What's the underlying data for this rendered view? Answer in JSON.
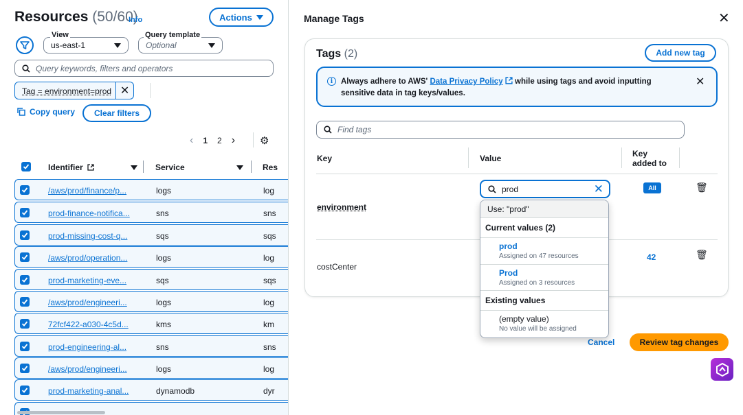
{
  "resources": {
    "title": "Resources",
    "count": "(50/60)",
    "info": "Info",
    "actions_label": "Actions",
    "view_label": "View",
    "view_value": "us-east-1",
    "query_template_label": "Query template",
    "query_template_placeholder": "Optional",
    "search_placeholder": "Query keywords, filters and operators",
    "filter_token": "Tag = environment=prod",
    "copy_query": "Copy query",
    "clear_filters": "Clear filters",
    "pagination": {
      "page1": "1",
      "page2": "2"
    },
    "columns": {
      "identifier": "Identifier",
      "service": "Service",
      "region": "Res"
    },
    "rows": [
      {
        "identifier": "/aws/prod/finance/p...",
        "service": "logs",
        "region": "log"
      },
      {
        "identifier": "prod-finance-notifica...",
        "service": "sns",
        "region": "sns"
      },
      {
        "identifier": "prod-missing-cost-q...",
        "service": "sqs",
        "region": "sqs"
      },
      {
        "identifier": "/aws/prod/operation...",
        "service": "logs",
        "region": "log"
      },
      {
        "identifier": "prod-marketing-eve...",
        "service": "sqs",
        "region": "sqs"
      },
      {
        "identifier": "/aws/prod/engineeri...",
        "service": "logs",
        "region": "log"
      },
      {
        "identifier": "72fcf422-a030-4c5d...",
        "service": "kms",
        "region": "km"
      },
      {
        "identifier": "prod-engineering-al...",
        "service": "sns",
        "region": "sns"
      },
      {
        "identifier": "/aws/prod/engineeri...",
        "service": "logs",
        "region": "log"
      },
      {
        "identifier": "prod-marketing-anal...",
        "service": "dynamodb",
        "region": "dyr"
      }
    ]
  },
  "manage": {
    "title": "Manage Tags",
    "tags_title": "Tags",
    "tags_count": "(2)",
    "add_new_tag": "Add new tag",
    "alert_pre": "Always adhere to AWS' ",
    "alert_link": "Data Privacy Policy",
    "alert_post": " while using tags and avoid inputting sensitive data in tag keys/values.",
    "find_placeholder": "Find tags",
    "col_key": "Key",
    "col_value": "Value",
    "col_added_1": "Key",
    "col_added_2": "added to",
    "tag1_key": "environment",
    "tag1_value": "prod",
    "tag1_added": "All",
    "tag2_key": "costCenter",
    "tag2_added": "42",
    "cancel": "Cancel",
    "review": "Review tag changes"
  },
  "dropdown": {
    "use": "Use: \"prod\"",
    "current_header": "Current values (2)",
    "items": [
      {
        "value": "prod",
        "sub": "Assigned on 47 resources"
      },
      {
        "value": "Prod",
        "sub": "Assigned on 3 resources"
      }
    ],
    "existing_header": "Existing values",
    "empty_value": "(empty value)",
    "empty_sub": "No value will be assigned"
  },
  "colors": {
    "accent": "#0972d3",
    "primary_button": "#ff9900",
    "text": "#16191f",
    "muted": "#5f6b7a"
  }
}
